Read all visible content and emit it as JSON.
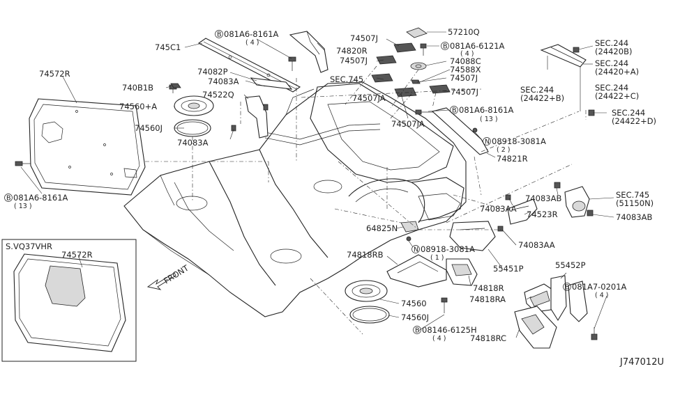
{
  "diagram_id": "J747012U",
  "variant_box_title": "S.VQ37VHR",
  "front_label": "FRONT",
  "circle_b": "B",
  "circle_n": "N",
  "labels": {
    "p74572R": "74572R",
    "p74572R_box": "74572R",
    "p745C1": "745C1",
    "b081A6_8161A_top": "081A6-8161A",
    "q4_a": "( 4 )",
    "p74820R": "74820R",
    "p74507J_1": "74507J",
    "p57210Q": "57210Q",
    "b081A6_6121A": "081A6-6121A",
    "q4_b": "( 4 )",
    "sec244_a": "SEC.244",
    "sec244_a_sub": "(24420B)",
    "sec244_b": "SEC.244",
    "sec244_b_sub": "(24420+A)",
    "p74082P": "74082P",
    "p74083A_1": "74083A",
    "p74507J_2": "74507J",
    "p74088C": "74088C",
    "p74588X": "74588X",
    "sec745_top": "SEC.745",
    "p74507J_3": "74507J",
    "p740B1B": "740B1B",
    "p74522Q": "74522Q",
    "p74507JA_1": "74507JA",
    "p74507J_4": "74507J",
    "sec244_c": "SEC.244",
    "sec244_c_sub": "(24422+B)",
    "sec244_d": "SEC.244",
    "sec244_d_sub": "(24422+C)",
    "p74560A": "74560+A",
    "b081A6_8161A_mid": "081A6-8161A",
    "q13_a": "( 13 )",
    "p74560J_1": "74560J",
    "p74507JA_2": "74507JA",
    "sec244_e": "SEC.244",
    "sec244_e_sub": "(24422+D)",
    "p74083A_2": "74083A",
    "n08918_3081A_top": "08918-3081A",
    "q2": "( 2 )",
    "p74821R": "74821R",
    "b081A6_8161A_left": "081A6-8161A",
    "q13_b": "( 13 )",
    "p74083AB_1": "74083AB",
    "sec745_right": "SEC.745",
    "sec745_right_sub": "(51150N)",
    "p74083AA_1": "74083AA",
    "p74083AB_2": "74083AB",
    "p64825N": "64825N",
    "p74523R": "74523R",
    "p74083AA_2": "74083AA",
    "n08918_3081A_bot": "08918-3081A",
    "q1": "( 1 )",
    "p74818RB": "74818RB",
    "p55451P": "55451P",
    "p55452P": "55452P",
    "b081A7_0201A": "081A7-0201A",
    "q4_c": "( 4 )",
    "p74818R": "74818R",
    "p74818RA": "74818RA",
    "p74560": "74560",
    "p74560J_2": "74560J",
    "b08146_6125H": "08146-6125H",
    "q4_d": "( 4 )",
    "p74818RC": "74818RC"
  }
}
